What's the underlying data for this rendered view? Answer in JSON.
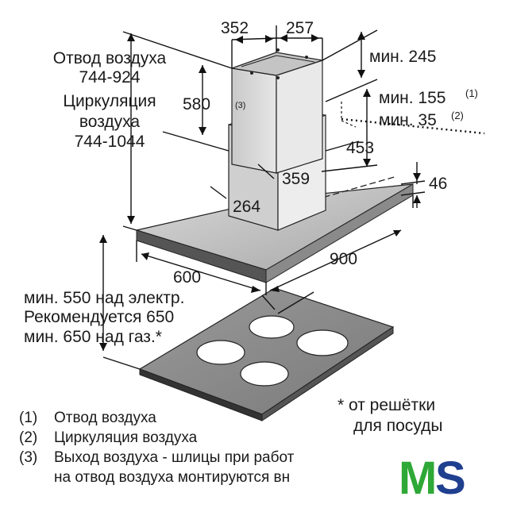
{
  "dimensions": {
    "d352": "352",
    "d257": "257",
    "d580": "580",
    "d245": "мин. 245",
    "d155": "мин. 155",
    "d155_ref": "(1)",
    "d35": "мин. 35",
    "d35_ref": "(2)",
    "d453": "453",
    "d359": "359",
    "d264": "264",
    "d46": "46",
    "d900": "900",
    "d600": "600"
  },
  "air_duct_label": [
    "Отвод воздуха",
    "744-924",
    "Циркуляция",
    "воздуха",
    "744-1044"
  ],
  "slot_marker": "(3)",
  "height_notes": [
    "мин. 550 над электр.",
    "Рекомендуется 650",
    "мин. 650 над газ.*"
  ],
  "footnote": [
    "* от решётки",
    "для посуды"
  ],
  "legend": [
    {
      "num": "(1)",
      "text": "Отвод воздуха"
    },
    {
      "num": "(2)",
      "text": "Циркуляция воздуха"
    },
    {
      "num": "(3)",
      "text": "Выход воздуха - шлицы при работ"
    },
    {
      "num": "",
      "text": "на отвод воздуха монтируются вн"
    }
  ],
  "logo": {
    "text": "MS",
    "m_color": "#2ea836",
    "s_color": "#1f3f8f"
  }
}
